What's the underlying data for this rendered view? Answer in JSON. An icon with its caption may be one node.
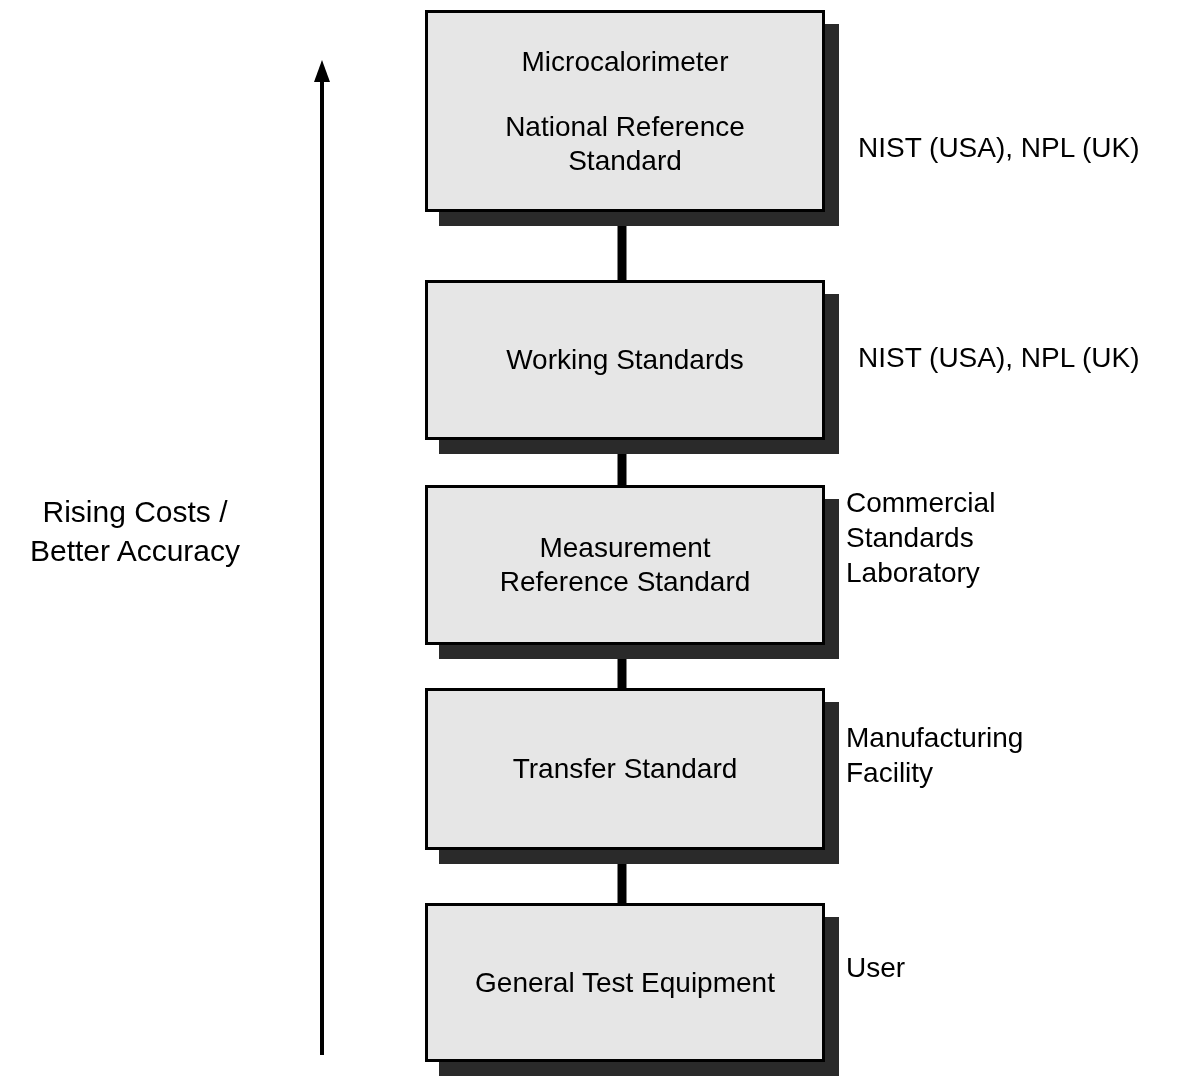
{
  "diagram": {
    "nodes": [
      {
        "text": [
          "Microcalorimeter",
          "National Reference Standard"
        ],
        "beside": [
          "NIST (USA), NPL (UK)"
        ]
      },
      {
        "text": [
          "Working Standards"
        ],
        "beside": [
          "NIST (USA), NPL (UK)"
        ]
      },
      {
        "text": [
          "Measurement Reference Standard"
        ],
        "beside": [
          "Commercial Standards Laboratory"
        ]
      },
      {
        "text": [
          "Transfer Standard"
        ],
        "beside": [
          "Manufacturing Facility"
        ]
      },
      {
        "text": [
          "General Test Equipment"
        ],
        "beside": [
          "User"
        ]
      }
    ],
    "edges": [
      {
        "from": 0,
        "to": 1,
        "arrow": "none"
      },
      {
        "from": 1,
        "to": 2,
        "arrow": "none"
      },
      {
        "from": 2,
        "to": 3,
        "arrow": "none"
      },
      {
        "from": 3,
        "to": 4,
        "arrow": "none"
      }
    ],
    "labels": [
      "Rising Costs / Better Accuracy"
    ]
  }
}
